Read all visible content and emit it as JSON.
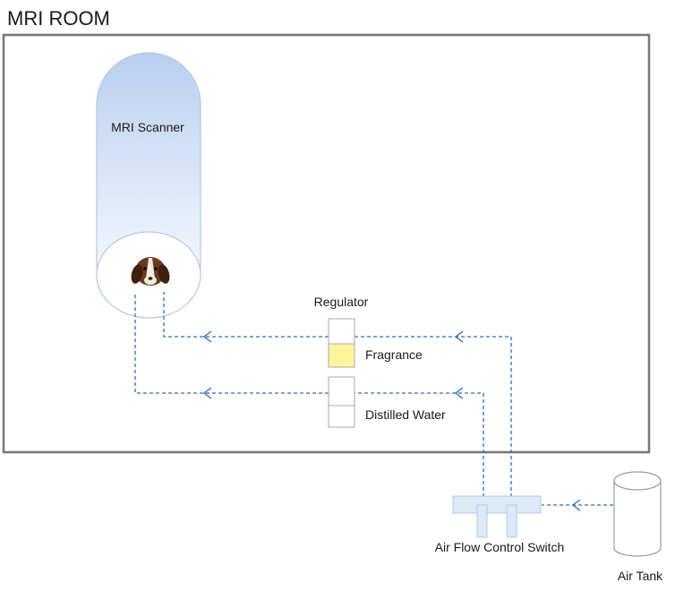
{
  "room": {
    "title": "MRI ROOM"
  },
  "scanner": {
    "label": "MRI Scanner",
    "subject_icon": "dog-head-icon"
  },
  "regulator": {
    "title": "Regulator",
    "fragrance_label": "Fragrance",
    "water_label": "Distilled Water",
    "fragrance_color": "#fff59d"
  },
  "switch": {
    "label": "Air Flow Control Switch"
  },
  "air_tank": {
    "label": "Air Tank"
  },
  "colors": {
    "flow_line": "#2e6db3",
    "switch_fill": "#dce9f7",
    "scanner_top": "#b9cff0",
    "room_border": "#777777"
  }
}
